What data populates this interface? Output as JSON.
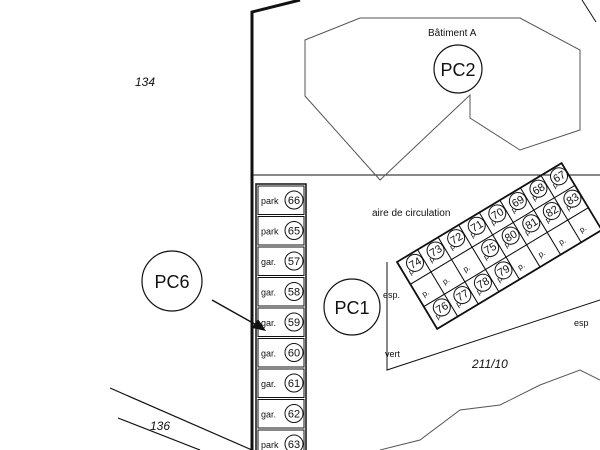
{
  "parcels": {
    "p134": "134",
    "p136": "136",
    "p211": "211/10"
  },
  "building": {
    "label": "Bâtiment A"
  },
  "circulation": {
    "label": "aire de circulation"
  },
  "markers": {
    "pc1": "PC1",
    "pc2": "PC2",
    "pc6": "PC6"
  },
  "left_column": [
    {
      "type": "park",
      "num": "66"
    },
    {
      "type": "park",
      "num": "65"
    },
    {
      "type": "gar.",
      "num": "57"
    },
    {
      "type": "gar.",
      "num": "58"
    },
    {
      "type": "gar.",
      "num": "59"
    },
    {
      "type": "gar.",
      "num": "60"
    },
    {
      "type": "gar.",
      "num": "61"
    },
    {
      "type": "gar.",
      "num": "62"
    },
    {
      "type": "park",
      "num": "63"
    }
  ],
  "lot_numbers": {
    "row1": [
      "74",
      "73",
      "72",
      "71",
      "70",
      "69",
      "68",
      "67"
    ],
    "row2": [
      "75",
      "80",
      "81",
      "82",
      "83"
    ],
    "row3": [
      "76",
      "77",
      "78",
      "79"
    ]
  },
  "cell_label": "p.",
  "side_labels": {
    "esp_left": "esp.",
    "esp_right": "esp",
    "vert": "vert"
  }
}
